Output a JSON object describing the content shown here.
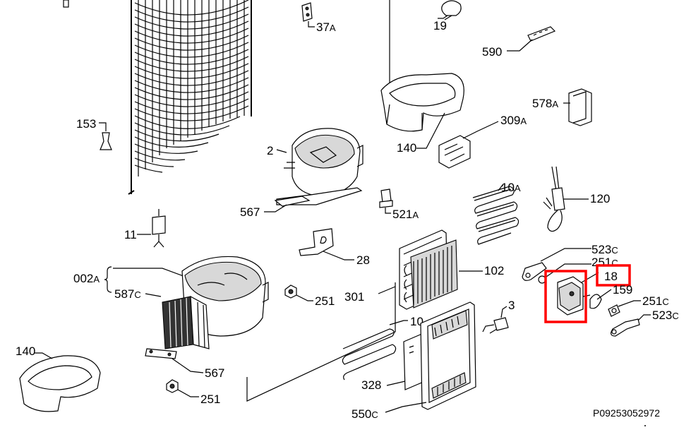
{
  "diagram": {
    "reference_code": "P09253052972",
    "highlight_color": "#ff0000",
    "highlighted_part": "18",
    "labels": {
      "p37": {
        "num": "37",
        "suf": "A"
      },
      "p19": {
        "num": "19",
        "suf": ""
      },
      "p590": {
        "num": "590",
        "suf": ""
      },
      "p153": {
        "num": "153",
        "suf": ""
      },
      "p578": {
        "num": "578",
        "suf": "A"
      },
      "p309": {
        "num": "309",
        "suf": "A"
      },
      "p140a": {
        "num": "140",
        "suf": ""
      },
      "p2": {
        "num": "2",
        "suf": ""
      },
      "p10a": {
        "num": "10",
        "suf": "A"
      },
      "p120": {
        "num": "120",
        "suf": ""
      },
      "p521": {
        "num": "521",
        "suf": "A"
      },
      "p567a": {
        "num": "567",
        "suf": ""
      },
      "p11": {
        "num": "11",
        "suf": ""
      },
      "p28": {
        "num": "28",
        "suf": ""
      },
      "p523a": {
        "num": "523",
        "suf": "C"
      },
      "p251ca": {
        "num": "251",
        "suf": "C"
      },
      "p18": {
        "num": "18",
        "suf": ""
      },
      "p102": {
        "num": "102",
        "suf": ""
      },
      "p159": {
        "num": "159",
        "suf": ""
      },
      "p002": {
        "num": "002",
        "suf": "A"
      },
      "p587": {
        "num": "587",
        "suf": "C"
      },
      "p251a": {
        "num": "251",
        "suf": ""
      },
      "p301": {
        "num": "301",
        "suf": ""
      },
      "p251cb": {
        "num": "251",
        "suf": "C"
      },
      "p523b": {
        "num": "523",
        "suf": "C"
      },
      "p3": {
        "num": "3",
        "suf": ""
      },
      "p10": {
        "num": "10",
        "suf": ""
      },
      "p140b": {
        "num": "140",
        "suf": ""
      },
      "p567b": {
        "num": "567",
        "suf": ""
      },
      "p328": {
        "num": "328",
        "suf": ""
      },
      "p251b": {
        "num": "251",
        "suf": ""
      },
      "p550": {
        "num": "550",
        "suf": "C"
      }
    }
  }
}
